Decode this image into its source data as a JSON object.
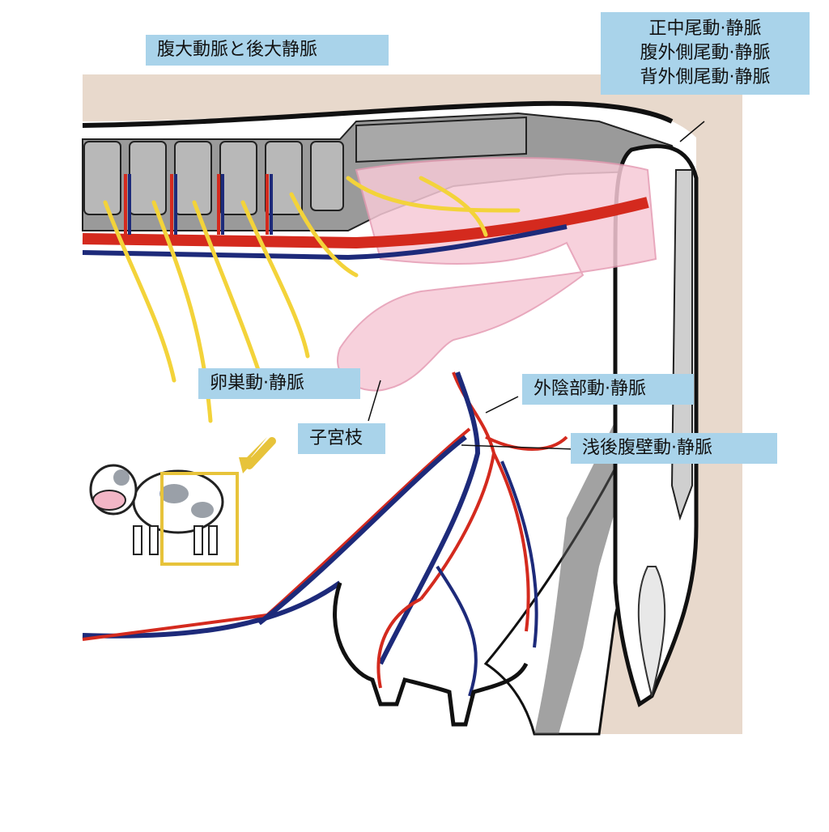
{
  "labels": {
    "aorta_vena_cava": "腹大動脈と後大静脈",
    "tail": [
      "正中尾動·静脈",
      "腹外側尾動·静脈",
      "背外側尾動·静脈"
    ],
    "ovarian": "卵巣動·静脈",
    "uterine_branch": "子宮枝",
    "external_pudendal": "外陰部動·静脈",
    "superficial_caudal_epigastric": "浅後腹壁動·静脈"
  },
  "colors": {
    "artery": "#d42a1e",
    "vein": "#1d2a7a",
    "nerve": "#f3d33a",
    "label_bg": "#a9d3ea",
    "background": "#e8d9cc",
    "reproductive": "#f6c9d6",
    "bone": "#9a9a9a",
    "locator_box": "#e7c33a"
  },
  "icons": [
    "cow-icon",
    "arrow-icon"
  ]
}
